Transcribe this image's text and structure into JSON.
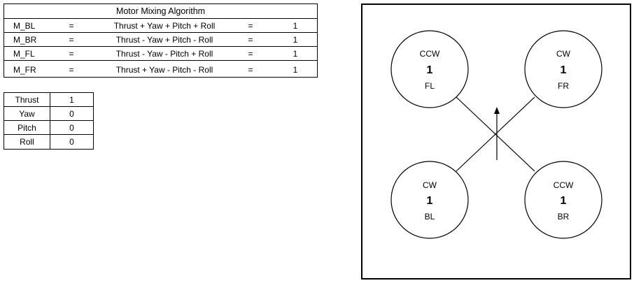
{
  "mixing_table": {
    "title": "Motor Mixing Algorithm",
    "rows": [
      {
        "name": "M_BL",
        "eq": "=",
        "formula": "Thrust + Yaw + Pitch + Roll",
        "eq2": "=",
        "value": "1"
      },
      {
        "name": "M_BR",
        "eq": "=",
        "formula": "Thrust - Yaw + Pitch - Roll",
        "eq2": "=",
        "value": "1"
      },
      {
        "name": "M_FL",
        "eq": "=",
        "formula": "Thrust - Yaw - Pitch + Roll",
        "eq2": "=",
        "value": "1"
      },
      {
        "name": "M_FR",
        "eq": "=",
        "formula": "Thrust + Yaw - Pitch - Roll",
        "eq2": "=",
        "value": "1"
      }
    ]
  },
  "inputs_table": {
    "rows": [
      {
        "label": "Thrust",
        "value": "1"
      },
      {
        "label": "Yaw",
        "value": "0"
      },
      {
        "label": "Pitch",
        "value": "0"
      },
      {
        "label": "Roll",
        "value": "0"
      }
    ]
  },
  "drone": {
    "forward_arrow_icon": "up-arrow",
    "motors": {
      "fl": {
        "direction": "CCW",
        "value": "1",
        "name": "FL"
      },
      "fr": {
        "direction": "CW",
        "value": "1",
        "name": "FR"
      },
      "bl": {
        "direction": "CW",
        "value": "1",
        "name": "BL"
      },
      "br": {
        "direction": "CCW",
        "value": "1",
        "name": "BR"
      }
    }
  }
}
